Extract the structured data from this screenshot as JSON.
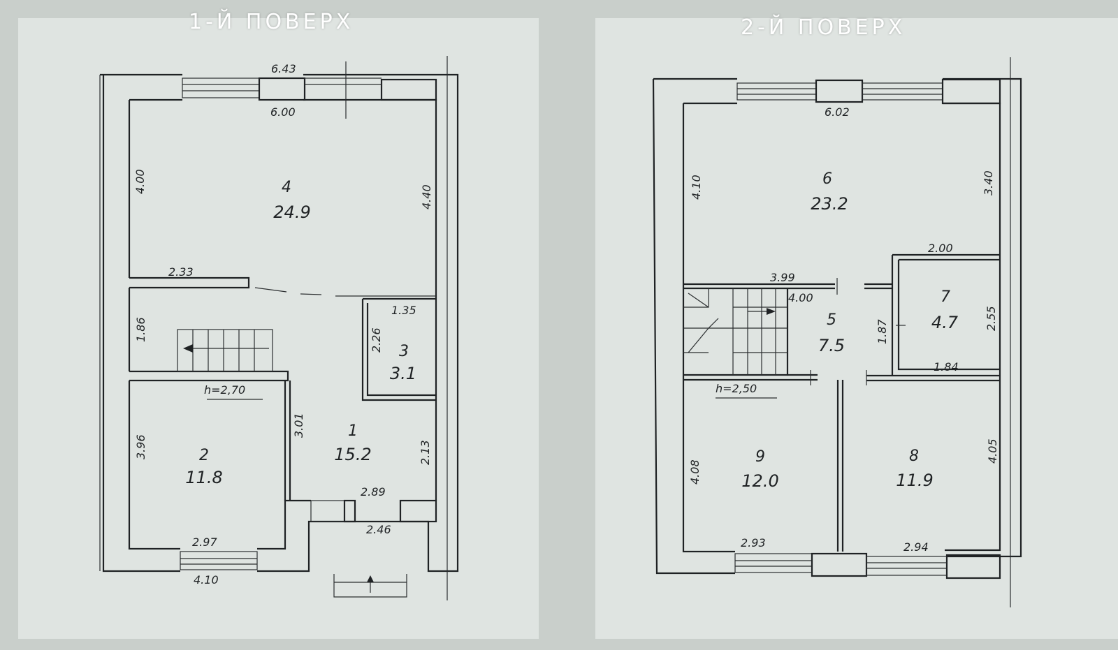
{
  "floors": [
    {
      "title": "1-Й ПОВЕРХ",
      "height": "h=2,70",
      "rooms": [
        {
          "number": "4",
          "area": "24.9"
        },
        {
          "number": "3",
          "area": "3.1"
        },
        {
          "number": "2",
          "area": "11.8"
        },
        {
          "number": "1",
          "area": "15.2"
        }
      ],
      "dims": [
        "6.43",
        "6.00",
        "4.00",
        "4.40",
        "2.33",
        "1.35",
        "2.26",
        "1.86",
        "3.01",
        "3.96",
        "2.13",
        "2.89",
        "2.46",
        "2.97",
        "4.10"
      ]
    },
    {
      "title": "2-Й ПОВЕРХ",
      "height": "h=2,50",
      "rooms": [
        {
          "number": "6",
          "area": "23.2"
        },
        {
          "number": "7",
          "area": "4.7"
        },
        {
          "number": "5",
          "area": "7.5"
        },
        {
          "number": "9",
          "area": "12.0"
        },
        {
          "number": "8",
          "area": "11.9"
        }
      ],
      "dims": [
        "6.02",
        "4.10",
        "3.40",
        "2.00",
        "3.99",
        "4.00",
        "2.55",
        "1.87",
        "1.84",
        "4.08",
        "4.05",
        "2.93",
        "2.94"
      ]
    }
  ]
}
